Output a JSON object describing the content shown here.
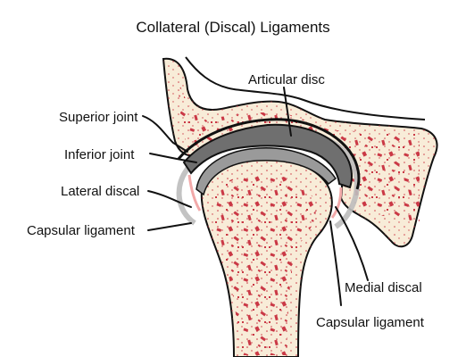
{
  "title": "Collateral (Discal) Ligaments",
  "labels": {
    "articular_disc": "Articular disc",
    "superior_joint": "Superior joint",
    "inferior_joint": "Inferior joint",
    "lateral_discal": "Lateral discal",
    "capsular_ligament_left": "Capsular ligament",
    "medial_discal": "Medial discal",
    "capsular_ligament_right": "Capsular ligament"
  },
  "colors": {
    "bone": "#f8ecd8",
    "bone_spots": "#c8303e",
    "articular_disc": "#6f6f6f",
    "condyle_cap": "#9a9a9a",
    "capsule": "#bdbdbd",
    "outline": "#111111"
  }
}
